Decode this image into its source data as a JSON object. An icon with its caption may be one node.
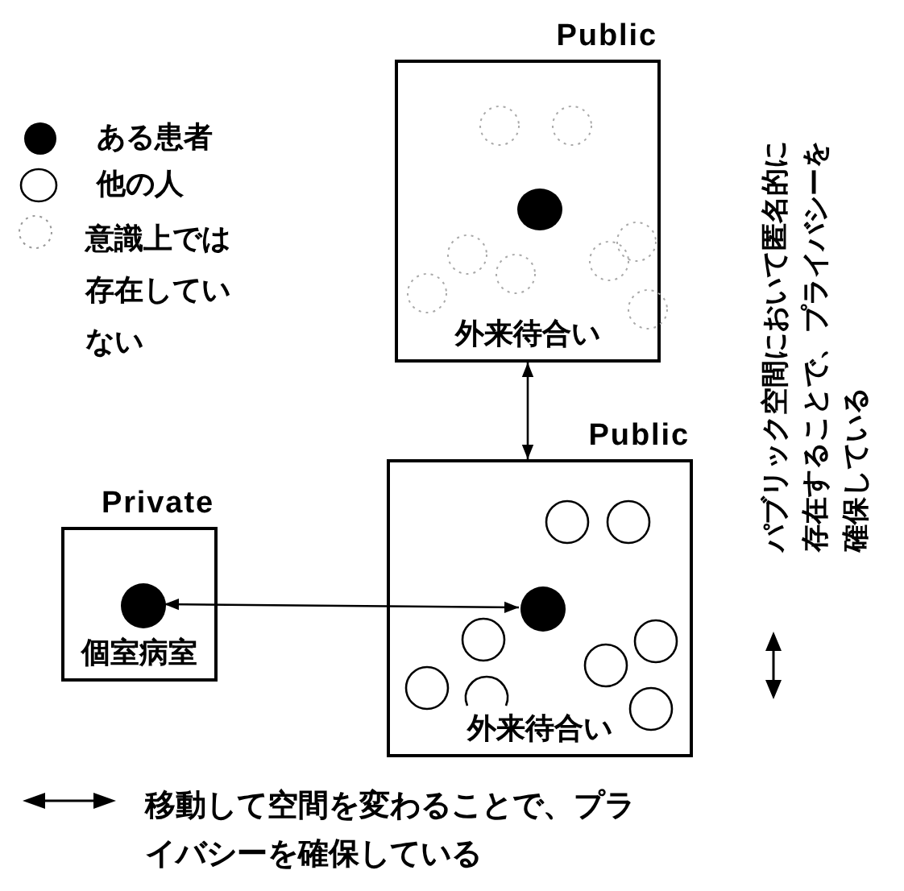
{
  "diagram": {
    "nodes": [
      {
        "text": [
          "Public",
          "外来待合い"
        ]
      },
      {
        "text": [
          "Public",
          "外来待合い"
        ]
      },
      {
        "text": [
          "Private",
          "個室病室"
        ]
      },
      {
        "text": [],
        "shape": "circle",
        "in": 2
      },
      {
        "text": [],
        "shape": "circle",
        "in": 1
      }
    ],
    "edges": [
      {
        "from": 0,
        "to": 1,
        "arrow": "both"
      },
      {
        "from": 3,
        "to": 4,
        "arrow": "both"
      }
    ],
    "legend": [
      {
        "text": "ある患者"
      },
      {
        "text": "他の人"
      },
      {
        "text": "意識上では存在していない"
      },
      {
        "text": "パブリック空間において匿名的に存在することで、プライバシーを確保している"
      },
      {
        "text": "移動して空間を変わることで、プライバシーを確保している"
      }
    ]
  }
}
